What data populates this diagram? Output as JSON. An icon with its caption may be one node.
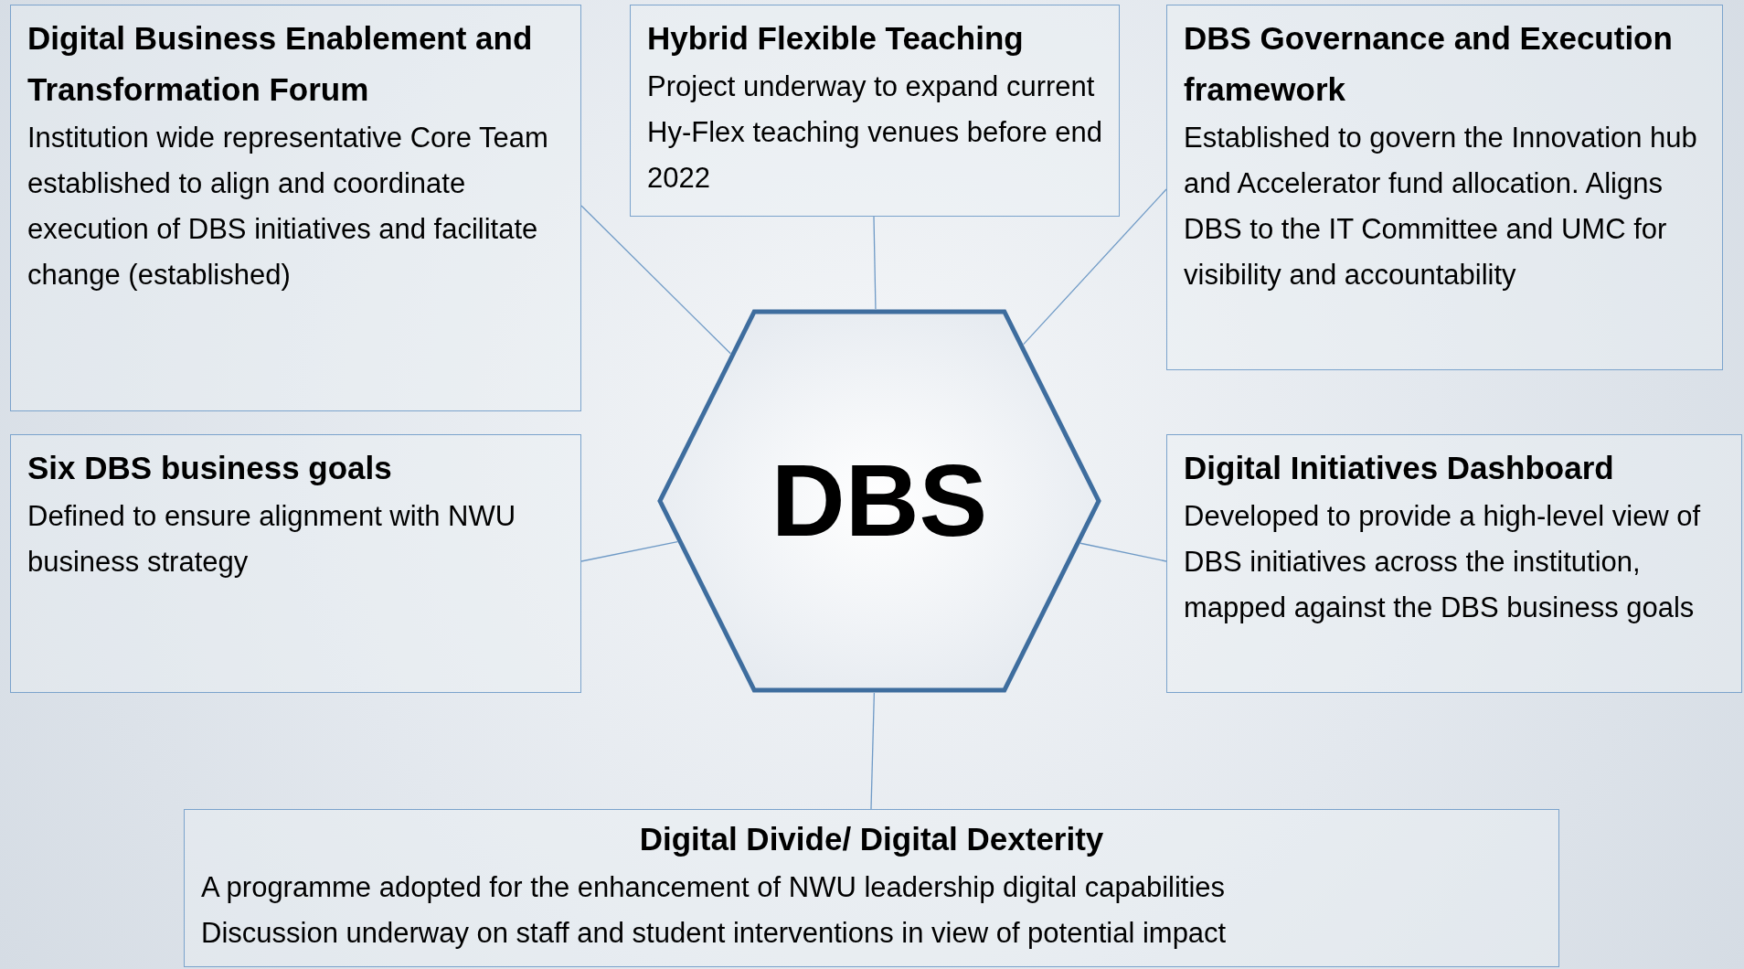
{
  "diagram": {
    "nodes": [
      {
        "text": [
          "Digital Business Enablement and Transformation Forum",
          "Institution wide representative Core Team established to align and coordinate execution of DBS initiatives and facilitate change (established)"
        ]
      },
      {
        "text": [
          "Hybrid Flexible Teaching",
          "Project underway to expand current Hy-Flex teaching venues before end 2022"
        ]
      },
      {
        "text": [
          "DBS Governance and Execution framework",
          "Established to govern the Innovation hub and Accelerator fund allocation. Aligns DBS to the IT Committee and UMC for visibility and accountability"
        ]
      },
      {
        "text": [
          "Six DBS business goals",
          "Defined to ensure alignment with NWU business strategy"
        ]
      },
      {
        "text": [
          "DBS"
        ]
      },
      {
        "text": [
          "Digital Initiatives Dashboard",
          "Developed to provide a high-level view of DBS initiatives across the institution, mapped against the DBS business goals"
        ]
      },
      {
        "text": [
          "Digital Divide/ Digital Dexterity",
          "A programme adopted for the enhancement of NWU leadership digital capabilities",
          "Discussion underway on staff and student interventions in view of potential impact"
        ]
      }
    ],
    "edges": [
      {
        "from": 4,
        "to": 0,
        "arrow": "none"
      },
      {
        "from": 4,
        "to": 1,
        "arrow": "none"
      },
      {
        "from": 4,
        "to": 2,
        "arrow": "none"
      },
      {
        "from": 4,
        "to": 3,
        "arrow": "none"
      },
      {
        "from": 4,
        "to": 5,
        "arrow": "none"
      },
      {
        "from": 4,
        "to": 6,
        "arrow": "none"
      }
    ]
  }
}
